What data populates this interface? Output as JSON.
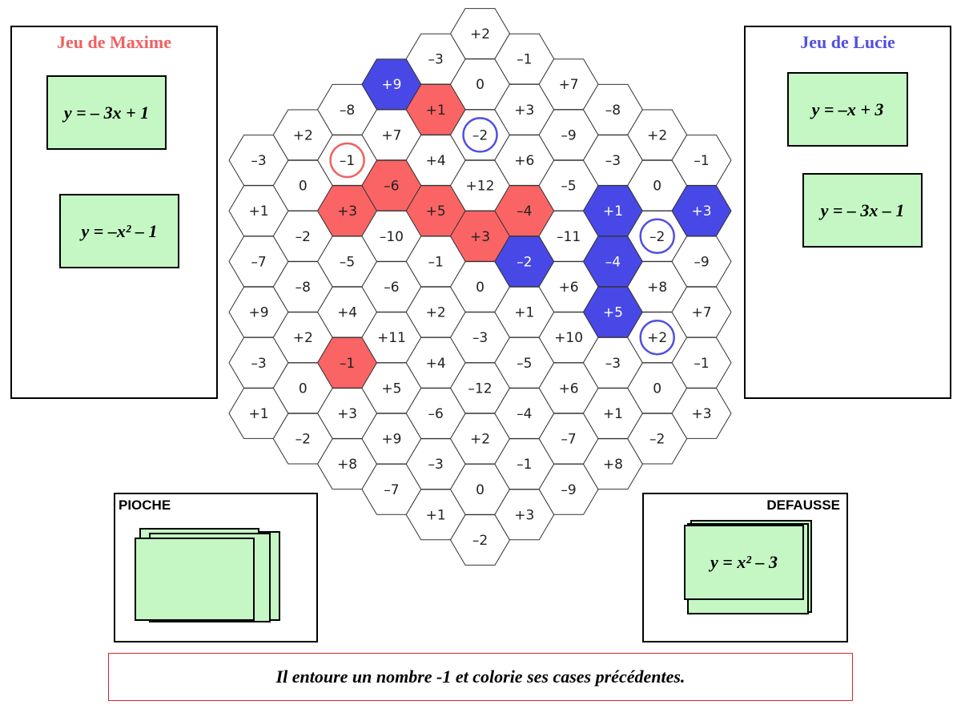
{
  "players": {
    "maxime": {
      "title": "Jeu de Maxime",
      "color": "#f06060",
      "cards": [
        "y = – 3x + 1",
        "y = –x² – 1"
      ]
    },
    "lucie": {
      "title": "Jeu de Lucie",
      "color": "#5050e0",
      "cards": [
        "y = –x + 3",
        "y = – 3x – 1"
      ]
    }
  },
  "pioche": {
    "label": "PIOCHE"
  },
  "defausse": {
    "label": "DEFAUSSE",
    "top_card": "y = x² – 3"
  },
  "message": "Il entoure un nombre -1 et colorie ses cases précédentes.",
  "colors": {
    "red": "#fa6464",
    "blue": "#4848e6",
    "card": "#c4f7c4",
    "message_border": "#e62020"
  },
  "board": {
    "columns": [
      {
        "values": [
          "–3",
          "+1",
          "–7",
          "+9",
          "–3",
          "+1"
        ]
      },
      {
        "values": [
          "+2",
          "0",
          "–2",
          "–8",
          "+2",
          "0",
          "–2"
        ]
      },
      {
        "values": [
          "–8",
          "–1",
          "+3",
          "–5",
          "+4",
          "–1",
          "+3",
          "+8"
        ]
      },
      {
        "values": [
          "+9",
          "+7",
          "–6",
          "–10",
          "–6",
          "+11",
          "+5",
          "+9",
          "–7"
        ]
      },
      {
        "values": [
          "–3",
          "+1",
          "+4",
          "+5",
          "–1",
          "+2",
          "+4",
          "–6",
          "–3",
          "+1"
        ]
      },
      {
        "values": [
          "+2",
          "0",
          "–2",
          "+12",
          "+3",
          "0",
          "–3",
          "–12",
          "+2",
          "0",
          "–2"
        ]
      },
      {
        "values": [
          "–1",
          "+3",
          "+6",
          "–4",
          "–2",
          "+1",
          "–5",
          "–4",
          "–1",
          "+3"
        ]
      },
      {
        "values": [
          "+7",
          "–9",
          "–5",
          "–11",
          "+6",
          "+10",
          "+6",
          "–7",
          "–9"
        ]
      },
      {
        "values": [
          "–8",
          "–3",
          "+1",
          "–4",
          "+5",
          "–3",
          "+1",
          "+8"
        ]
      },
      {
        "values": [
          "+2",
          "0",
          "–2",
          "+8",
          "+2",
          "0",
          "–2"
        ]
      },
      {
        "values": [
          "–1",
          "+3",
          "–9",
          "+7",
          "–1",
          "+3"
        ]
      }
    ],
    "red_cells": [
      [
        2,
        2
      ],
      [
        3,
        2
      ],
      [
        4,
        1
      ],
      [
        4,
        3
      ],
      [
        5,
        4
      ],
      [
        6,
        3
      ],
      [
        2,
        5
      ]
    ],
    "blue_cells": [
      [
        3,
        0
      ],
      [
        6,
        4
      ],
      [
        8,
        2
      ],
      [
        8,
        3
      ],
      [
        8,
        4
      ],
      [
        10,
        1
      ]
    ],
    "red_circles": [
      [
        2,
        1
      ]
    ],
    "blue_circles": [
      [
        5,
        2
      ],
      [
        9,
        2
      ],
      [
        9,
        4
      ]
    ]
  }
}
